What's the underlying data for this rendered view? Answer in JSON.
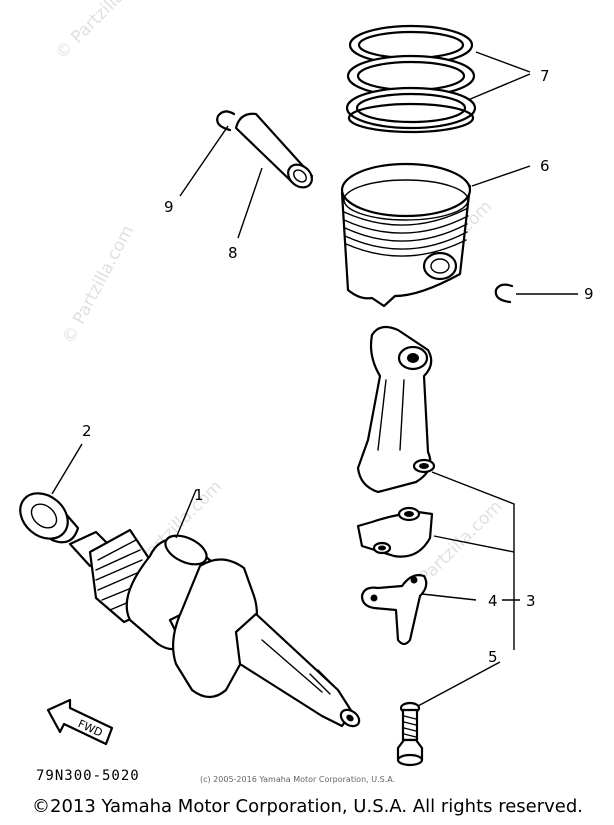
{
  "diagram": {
    "callouts": {
      "c1": "1",
      "c2": "2",
      "c3": "3",
      "c4": "4",
      "c5": "5",
      "c6": "6",
      "c7": "7",
      "c8": "8",
      "c9_left": "9",
      "c9_right": "9"
    },
    "fwd_label": "FWD",
    "watermark": "© Partzilla.com",
    "diagram_code": "79N300-5020",
    "small_copyright": "(c) 2005-2016 Yamaha Motor Corporation, U.S.A.",
    "footer_copyright": "©2013 Yamaha Motor Corporation, U.S.A. All rights reserved."
  }
}
